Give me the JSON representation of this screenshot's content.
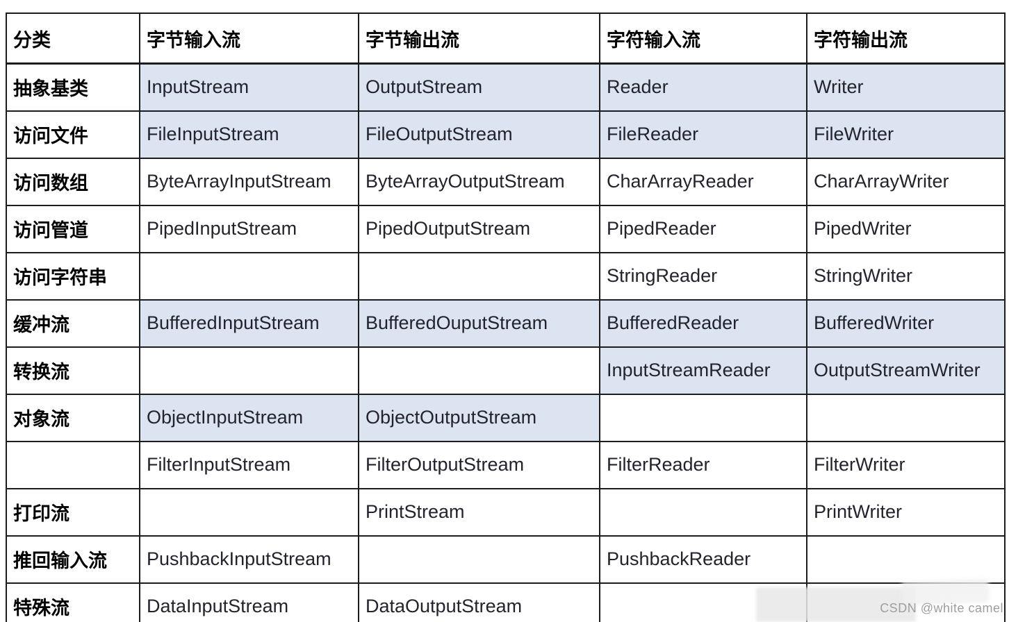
{
  "table": {
    "columns": [
      "分类",
      "字节输入流",
      "字节输出流",
      "字符输入流",
      "字符输出流"
    ],
    "rows": [
      {
        "category": "抽象基类",
        "cells": [
          {
            "text": "InputStream",
            "hl": true
          },
          {
            "text": "OutputStream",
            "hl": true
          },
          {
            "text": "Reader",
            "hl": true
          },
          {
            "text": "Writer",
            "hl": true
          }
        ]
      },
      {
        "category": "访问文件",
        "cells": [
          {
            "text": "FileInputStream",
            "hl": true
          },
          {
            "text": "FileOutputStream",
            "hl": true
          },
          {
            "text": "FileReader",
            "hl": true
          },
          {
            "text": "FileWriter",
            "hl": true
          }
        ]
      },
      {
        "category": "访问数组",
        "cells": [
          {
            "text": "ByteArrayInputStream",
            "hl": false
          },
          {
            "text": "ByteArrayOutputStream",
            "hl": false
          },
          {
            "text": "CharArrayReader",
            "hl": false
          },
          {
            "text": "CharArrayWriter",
            "hl": false
          }
        ]
      },
      {
        "category": "访问管道",
        "cells": [
          {
            "text": "PipedInputStream",
            "hl": false
          },
          {
            "text": "PipedOutputStream",
            "hl": false
          },
          {
            "text": "PipedReader",
            "hl": false
          },
          {
            "text": "PipedWriter",
            "hl": false
          }
        ]
      },
      {
        "category": "访问字符串",
        "cells": [
          {
            "text": "",
            "hl": false
          },
          {
            "text": "",
            "hl": false
          },
          {
            "text": "StringReader",
            "hl": false
          },
          {
            "text": "StringWriter",
            "hl": false
          }
        ]
      },
      {
        "category": "缓冲流",
        "cells": [
          {
            "text": "BufferedInputStream",
            "hl": true
          },
          {
            "text": "BufferedOuputStream",
            "hl": true
          },
          {
            "text": "BufferedReader",
            "hl": true
          },
          {
            "text": "BufferedWriter",
            "hl": true
          }
        ]
      },
      {
        "category": "转换流",
        "cells": [
          {
            "text": "",
            "hl": false
          },
          {
            "text": "",
            "hl": false
          },
          {
            "text": "InputStreamReader",
            "hl": true
          },
          {
            "text": "OutputStreamWriter",
            "hl": true
          }
        ]
      },
      {
        "category": "对象流",
        "cells": [
          {
            "text": "ObjectInputStream",
            "hl": true
          },
          {
            "text": "ObjectOutputStream",
            "hl": true
          },
          {
            "text": "",
            "hl": false
          },
          {
            "text": "",
            "hl": false
          }
        ]
      },
      {
        "category": "",
        "cells": [
          {
            "text": "FilterInputStream",
            "hl": false
          },
          {
            "text": "FilterOutputStream",
            "hl": false
          },
          {
            "text": "FilterReader",
            "hl": false
          },
          {
            "text": "FilterWriter",
            "hl": false
          }
        ]
      },
      {
        "category": "打印流",
        "cells": [
          {
            "text": "",
            "hl": false
          },
          {
            "text": "PrintStream",
            "hl": false
          },
          {
            "text": "",
            "hl": false
          },
          {
            "text": "PrintWriter",
            "hl": false
          }
        ]
      },
      {
        "category": "推回输入流",
        "cells": [
          {
            "text": "PushbackInputStream",
            "hl": false
          },
          {
            "text": "",
            "hl": false
          },
          {
            "text": "PushbackReader",
            "hl": false
          },
          {
            "text": "",
            "hl": false
          }
        ]
      },
      {
        "category": "特殊流",
        "cells": [
          {
            "text": "DataInputStream",
            "hl": false
          },
          {
            "text": "DataOutputStream",
            "hl": false
          },
          {
            "text": "",
            "hl": false
          },
          {
            "text": "",
            "hl": false
          }
        ]
      }
    ]
  },
  "watermark": {
    "text": "CSDN @white camel"
  },
  "colors": {
    "highlight": "#dbe4f0",
    "border": "#1c1c1c",
    "watermark_text": "#9e9e9e"
  }
}
